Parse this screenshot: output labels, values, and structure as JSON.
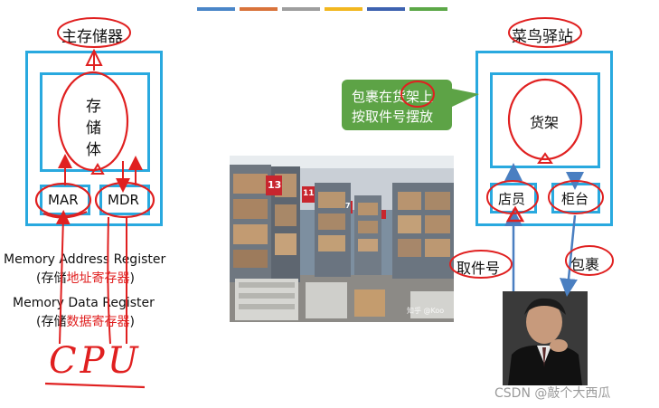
{
  "top_bars": [
    "#4a86c8",
    "#d9733b",
    "#9e9e9e",
    "#f2b71f",
    "#3d62b0",
    "#5ca847"
  ],
  "left": {
    "main_memory_title": "主存储器",
    "storage_body": [
      "存",
      "储",
      "体"
    ],
    "mar": "MAR",
    "mdr": "MDR",
    "mar_full_en": "Memory Address Register",
    "mar_full_cn_prefix": "(存储",
    "mar_full_cn_red": "地址寄存器",
    "mar_full_cn_suffix": ")",
    "mdr_full_en": "Memory Data Register",
    "mdr_full_cn_prefix": "(存储",
    "mdr_full_cn_red": "数据寄存器",
    "mdr_full_cn_suffix": ")",
    "cpu_handwritten": "CPU"
  },
  "right": {
    "station_title": "菜鸟驿站",
    "shelf": "货架",
    "clerk": "店员",
    "counter": "柜台",
    "pickup_code": "取件号",
    "parcel": "包裹",
    "callout_line1": "包裹在货架上",
    "callout_line2": "按取件号摆放"
  },
  "photo": {
    "shelf_numbers": [
      "13",
      "11",
      "7"
    ],
    "watermark": "知乎 @Koo"
  },
  "footer": {
    "watermark": "CSDN @敲个大西瓜"
  },
  "colors": {
    "frame_blue": "#29a9df",
    "annotation_red": "#e02020",
    "callout_green": "#5da346",
    "arrow_blue": "#4a7fc1"
  }
}
